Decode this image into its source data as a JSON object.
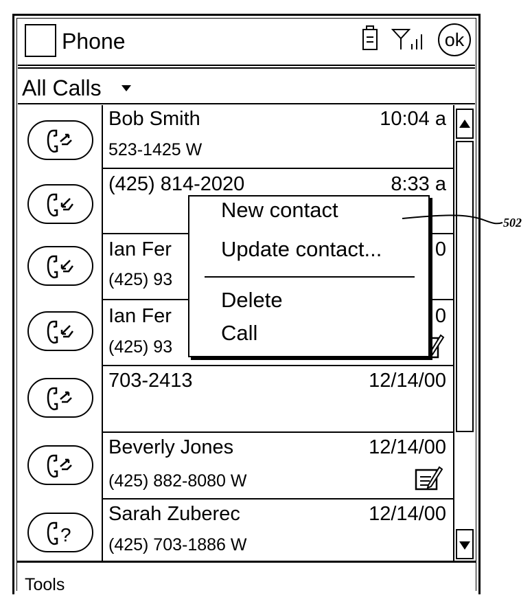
{
  "header": {
    "title": "Phone",
    "ok_label": "ok",
    "battery_icon": "battery-icon",
    "signal_icon": "signal-strength-icon"
  },
  "filter": {
    "label": "All Calls"
  },
  "calls": [
    {
      "name": "Bob Smith",
      "time": "10:04 a",
      "number": "523-1425 W",
      "type": "outgoing-call-icon"
    },
    {
      "name": "(425) 814-2020",
      "time": "8:33 a",
      "number": "",
      "type": "incoming-call-icon"
    },
    {
      "name": "Ian Fer",
      "time": "0",
      "number": "(425) 93",
      "type": "incoming-call-icon"
    },
    {
      "name": "Ian Fer",
      "time": "0",
      "number": "(425) 93",
      "type": "incoming-call-icon",
      "note": true
    },
    {
      "name": "703-2413",
      "time": "12/14/00",
      "number": "",
      "type": "outgoing-call-icon"
    },
    {
      "name": "Beverly Jones",
      "time": "12/14/00",
      "number": "(425) 882-8080 W",
      "type": "outgoing-call-icon",
      "note": true
    },
    {
      "name": "Sarah Zuberec",
      "time": "12/14/00",
      "number": "(425) 703-1886 W",
      "type": "missed-call-icon"
    }
  ],
  "context_menu": {
    "items": [
      "New contact",
      "Update contact...",
      "Delete",
      "Call"
    ]
  },
  "callout": "502",
  "bottom_menu": {
    "tools_label": "Tools"
  }
}
